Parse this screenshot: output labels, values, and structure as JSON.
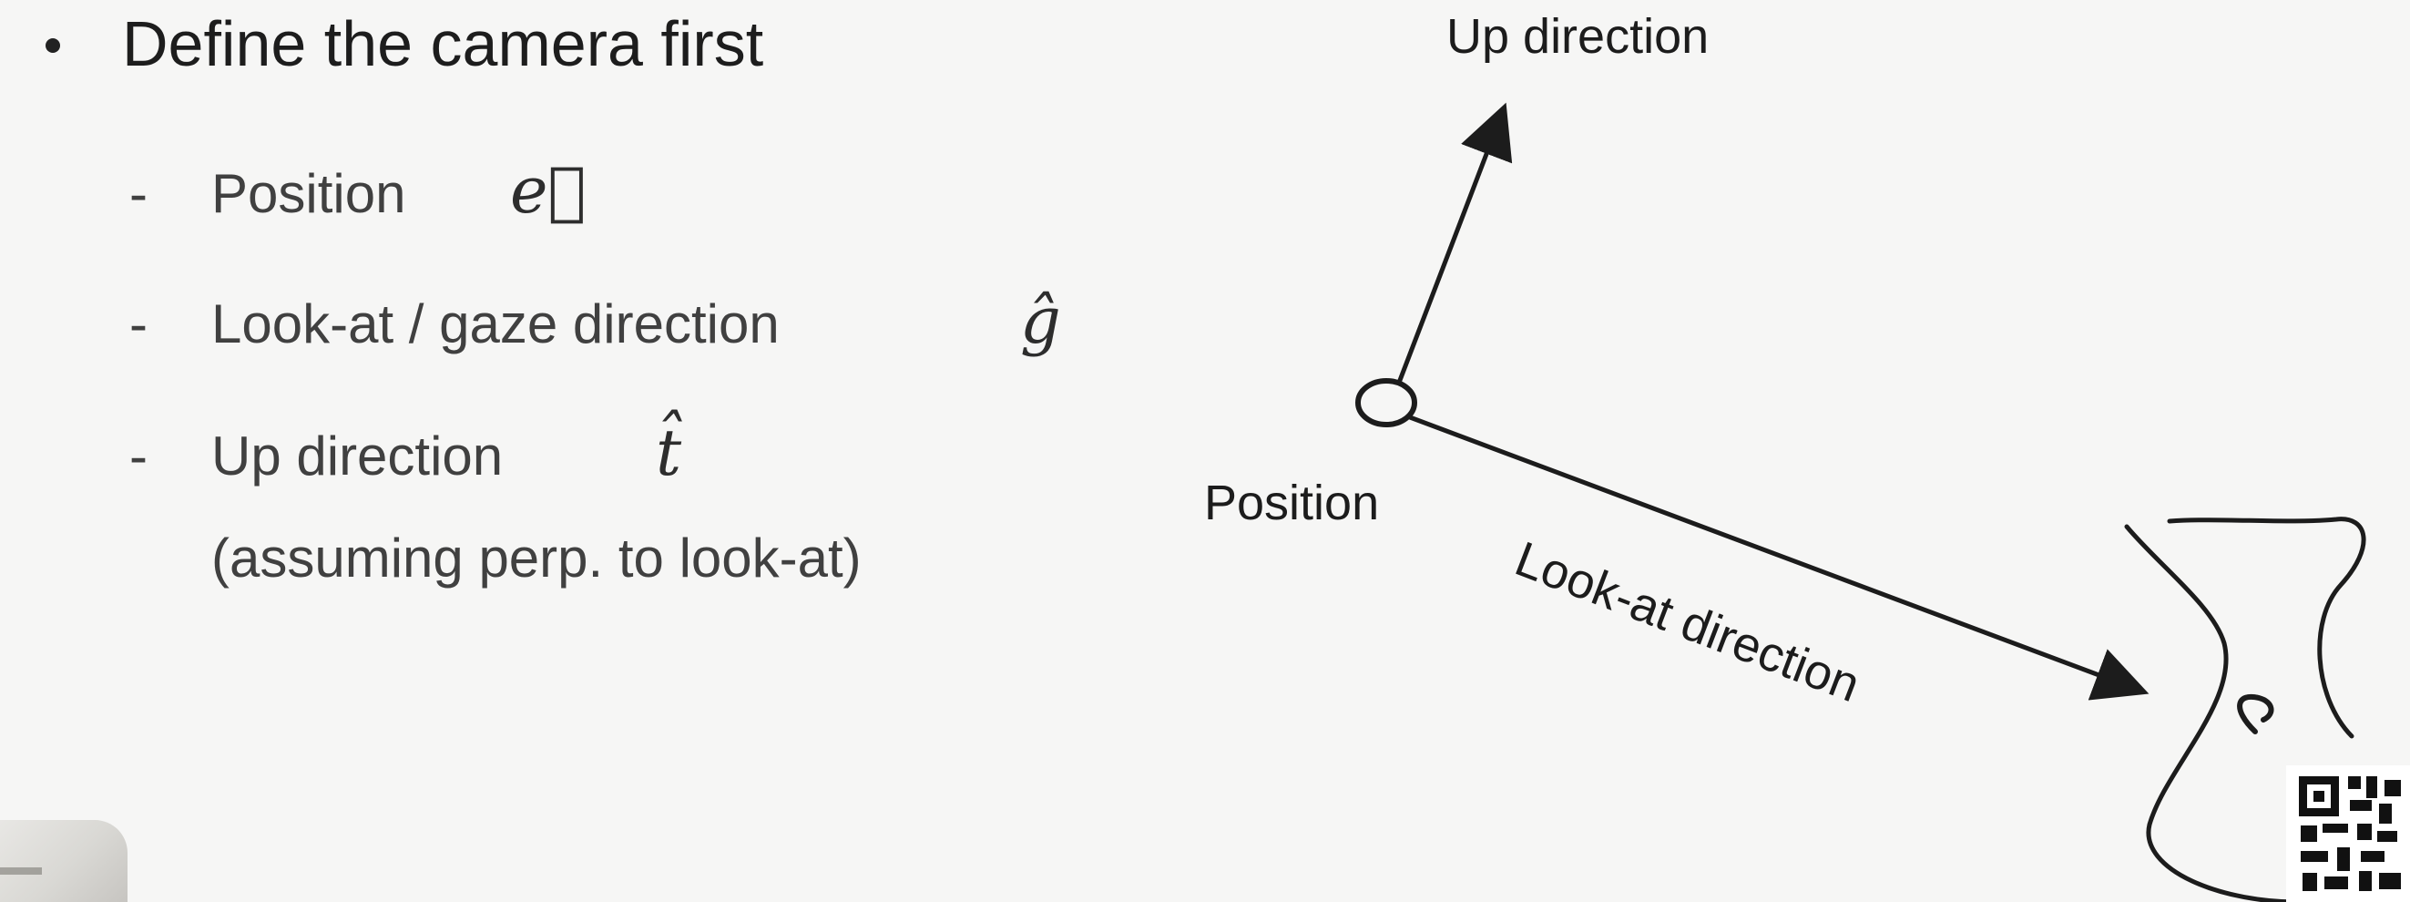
{
  "slide": {
    "main_bullet": "Define the camera first",
    "items": [
      {
        "dash": "-",
        "label": "Position",
        "symbol": "e⃗"
      },
      {
        "dash": "-",
        "label": "Look-at / gaze direction",
        "symbol": "ĝ"
      },
      {
        "dash": "-",
        "label": "Up direction",
        "symbol": "t̂",
        "note": "(assuming perp. to look-at)"
      }
    ]
  },
  "diagram": {
    "up_label": "Up direction",
    "position_label": "Position",
    "look_label": "Look-at direction",
    "colors": {
      "ink": "#1c1c1c",
      "background": "#f6f6f5"
    }
  }
}
